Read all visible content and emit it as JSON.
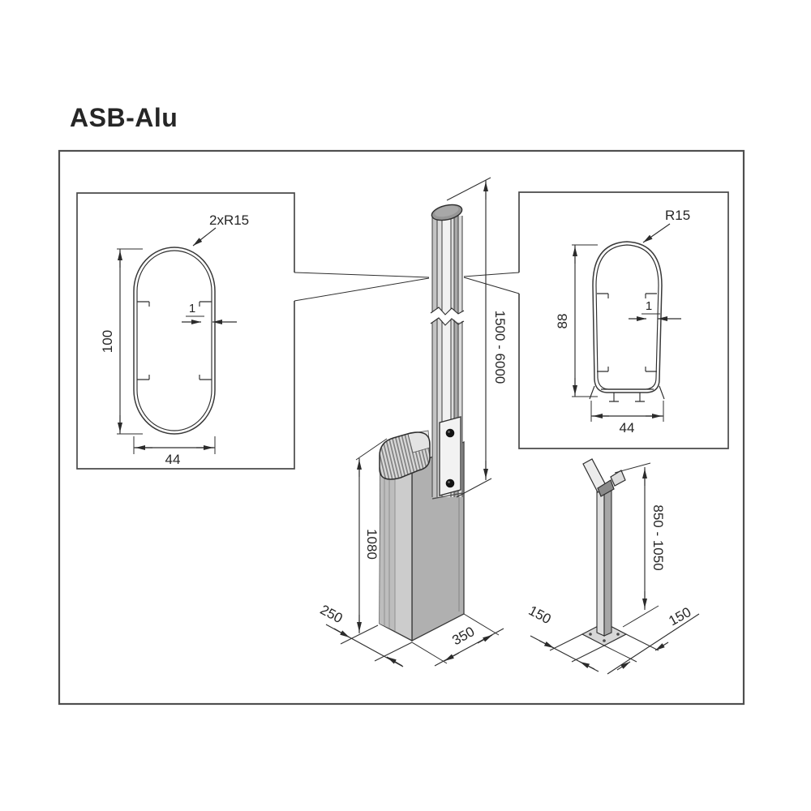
{
  "title": "ASB-Alu",
  "drawing": {
    "boom_profile_large": {
      "corner_radius": "2xR15",
      "height": "100",
      "width": "44",
      "wall_thickness": "1"
    },
    "boom_profile_small": {
      "corner_radius": "R15",
      "height": "88",
      "width": "44",
      "wall_thickness": "1"
    },
    "boom": {
      "length_range": "1500 - 6000"
    },
    "cabinet": {
      "height": "1080",
      "depth": "250",
      "width": "350"
    },
    "support_post": {
      "height_range": "850 - 1050",
      "base_depth": "150",
      "base_width": "150"
    }
  }
}
